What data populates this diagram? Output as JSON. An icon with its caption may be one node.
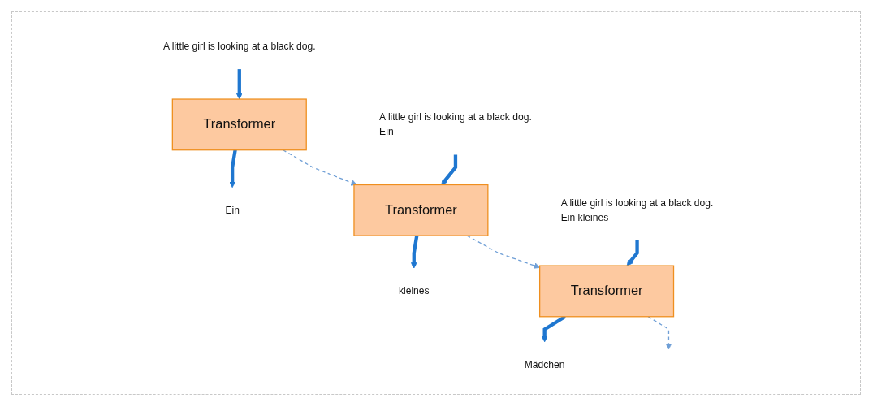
{
  "diagram": {
    "nodes": [
      {
        "text": [
          "A little girl is looking at a black dog."
        ]
      },
      {
        "text": [
          "Transformer"
        ]
      },
      {
        "text": [
          "Ein"
        ]
      },
      {
        "text": [
          "A little girl is looking at a black dog.",
          "Ein"
        ]
      },
      {
        "text": [
          "Transformer"
        ]
      },
      {
        "text": [
          "kleines"
        ]
      },
      {
        "text": [
          "A little girl is looking at a black dog.",
          "Ein kleines"
        ]
      },
      {
        "text": [
          "Transformer"
        ]
      },
      {
        "text": [
          "Mädchen"
        ]
      }
    ],
    "edges": [
      {
        "from": 0,
        "to": 1,
        "arrow": "to"
      },
      {
        "from": 1,
        "to": 2,
        "arrow": "to"
      },
      {
        "from": 3,
        "to": 4,
        "arrow": "to"
      },
      {
        "from": 4,
        "to": 5,
        "arrow": "to"
      },
      {
        "from": 6,
        "to": 7,
        "arrow": "to"
      },
      {
        "from": 7,
        "to": 8,
        "arrow": "to"
      },
      {
        "from": 1,
        "to": 4,
        "arrow": "to",
        "style": "dashed",
        "color": "#6f9fd6"
      },
      {
        "from": 4,
        "to": 7,
        "arrow": "to",
        "style": "dashed",
        "color": "#6f9fd6"
      },
      {
        "from": 7,
        "to": null,
        "arrow": "to",
        "style": "dashed",
        "color": "#6f9fd6"
      }
    ]
  }
}
